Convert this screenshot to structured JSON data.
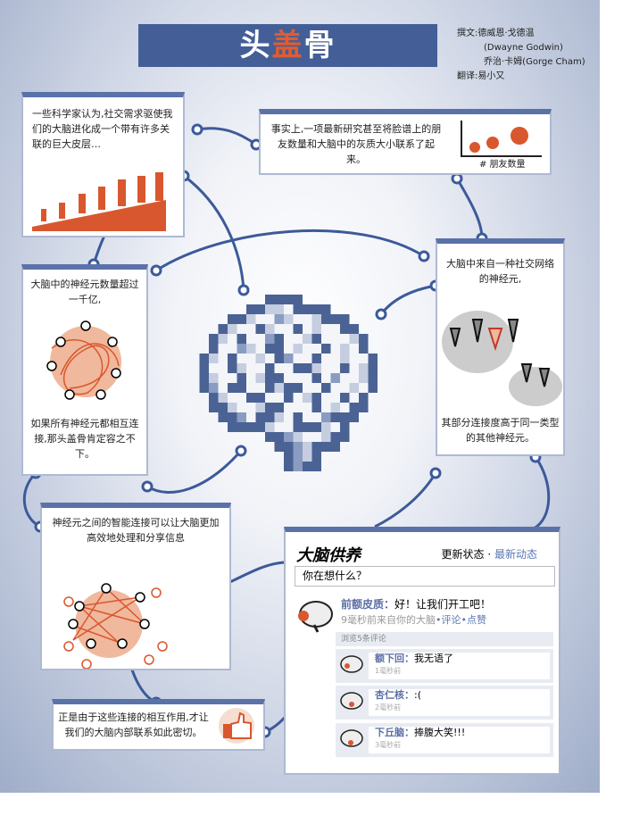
{
  "title": {
    "part1": "头",
    "part2": "盖",
    "part3": "骨"
  },
  "credits": {
    "line1": "撰文:德威恩·戈德温",
    "line2": "(Dwayne Godwin)",
    "line3": "乔治·卡姆(Gorge Cham)",
    "line4": "翻译:易小又"
  },
  "panels": {
    "p1": "一些科学家认为,社交需求驱使我们的大脑进化成一个带有许多关联的巨大皮层…",
    "p2": "事实上,一项最新研究甚至将脸谱上的朋友数量和大脑中的灰质大小联系了起来。",
    "p2_axis": "# 朋友数量",
    "p3_top": "大脑中的神经元数量超过一千亿,",
    "p3_bottom": "如果所有神经元都相互连接,那头盖骨肯定容之不下。",
    "p4_top": "大脑中来自一种社交网络的神经元,",
    "p4_bottom": "其部分连接度高于同一类型的其他神经元。",
    "p5": "神经元之间的智能连接可以让大脑更加高效地处理和分享信息",
    "p6": "正是由于这些连接的相互作用,才让我们的大脑内部联系如此密切。"
  },
  "feed": {
    "title": "大脑供养",
    "update_status": "更新状态",
    "separator": " · ",
    "news": "最新动态",
    "input_placeholder": "你在想什么？",
    "post": {
      "author": "前额皮质：",
      "text": "好！让我们开工吧！",
      "meta": "9毫秒前来自你的大脑",
      "comment": "•评论",
      "like": "•点赞"
    },
    "view_comments": "浏览5条评论",
    "comments": [
      {
        "author": "额下回：",
        "text": "我无语了",
        "time": "1毫秒前"
      },
      {
        "author": "杏仁核：",
        "text": ":(",
        "time": "2毫秒前"
      },
      {
        "author": "下丘脑：",
        "text": "捧腹大笑!!!",
        "time": "3毫秒前"
      }
    ]
  },
  "colors": {
    "navy": "#445f98",
    "orange": "#e15c2e"
  }
}
